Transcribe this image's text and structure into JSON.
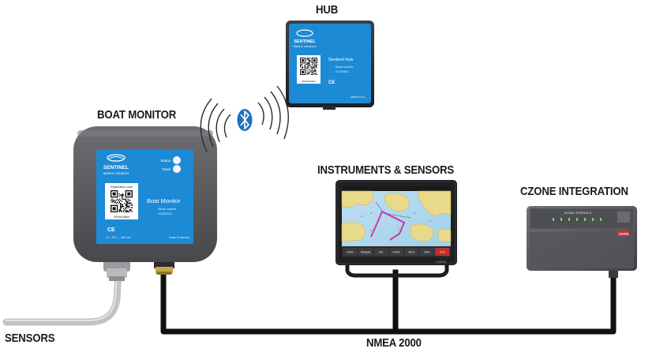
{
  "labels": {
    "hub": "HUB",
    "boat_monitor": "BOAT MONITOR",
    "instruments": "INSTRUMENTS & SENSORS",
    "czone": "CZONE INTEGRATION",
    "sensors": "SENSORS",
    "nmea": "NMEA 2000"
  },
  "hub_device": {
    "brand": "SENTINEL",
    "sub": "Marine solutions",
    "name": "Sentinel Hub",
    "serial_label": "Serial number",
    "serial": "EXT00001",
    "qr_code_text": "00HubQ0001",
    "ce": "CE",
    "made": "Made in EU"
  },
  "monitor_device": {
    "brand": "SENTINEL",
    "sub": "Marine solutions",
    "status1": "Status",
    "status2": "Track",
    "name": "Boat Monitor",
    "reg_label": "Registration code",
    "serial_label": "Serial number",
    "serial": "XX000013",
    "qr_code_text": "0RHwLt56m",
    "ce": "CE",
    "power": "12 - 30V — 250 mA",
    "made": "Made in Norway"
  },
  "plotter": {
    "brand": "GARMIN",
    "buttons": [
      "Home",
      "Navigate",
      "Info",
      "Charts",
      "Menu",
      "Mark",
      "SOS"
    ]
  },
  "czone_device": {
    "title": "SIGNAL INTERFACE",
    "brand": "CZONE"
  },
  "colors": {
    "blue": "#1d8ad6",
    "case": "#5a5b5e",
    "cable": "#111111",
    "bluetooth": "#1e73be"
  },
  "icons": [
    "bluetooth-icon"
  ]
}
